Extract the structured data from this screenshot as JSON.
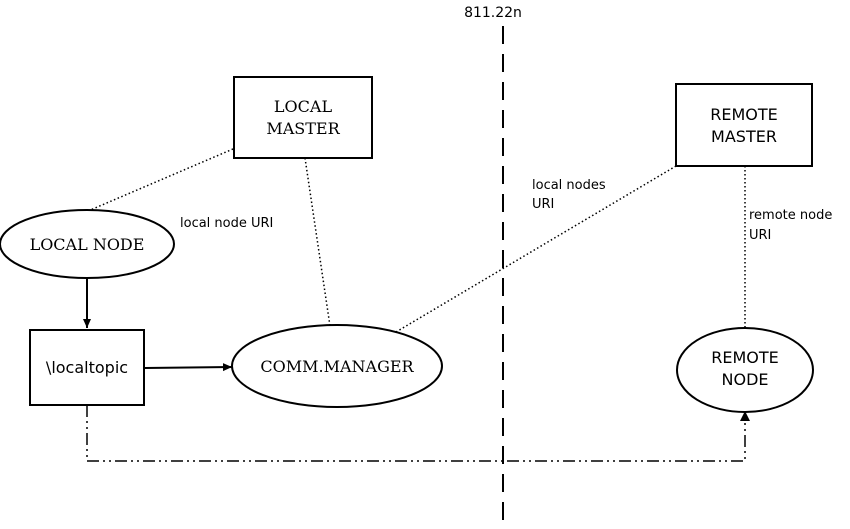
{
  "divider": {
    "label": "811.22n"
  },
  "nodes": {
    "local_master": {
      "line1": "LOCAL",
      "line2": "MASTER"
    },
    "local_node": {
      "label": "LOCAL NODE"
    },
    "local_topic": {
      "label": "\\localtopic"
    },
    "comm_manager": {
      "label": "COMM.MANAGER"
    },
    "remote_master": {
      "line1": "REMOTE",
      "line2": "MASTER"
    },
    "remote_node": {
      "line1": "REMOTE",
      "line2": "NODE"
    }
  },
  "edge_labels": {
    "local_node_uri": "local node URI",
    "local_nodes_uri_line1": "local nodes",
    "local_nodes_uri_line2": "URI",
    "remote_node_uri_line1": "remote node",
    "remote_node_uri_line2": "URI"
  }
}
